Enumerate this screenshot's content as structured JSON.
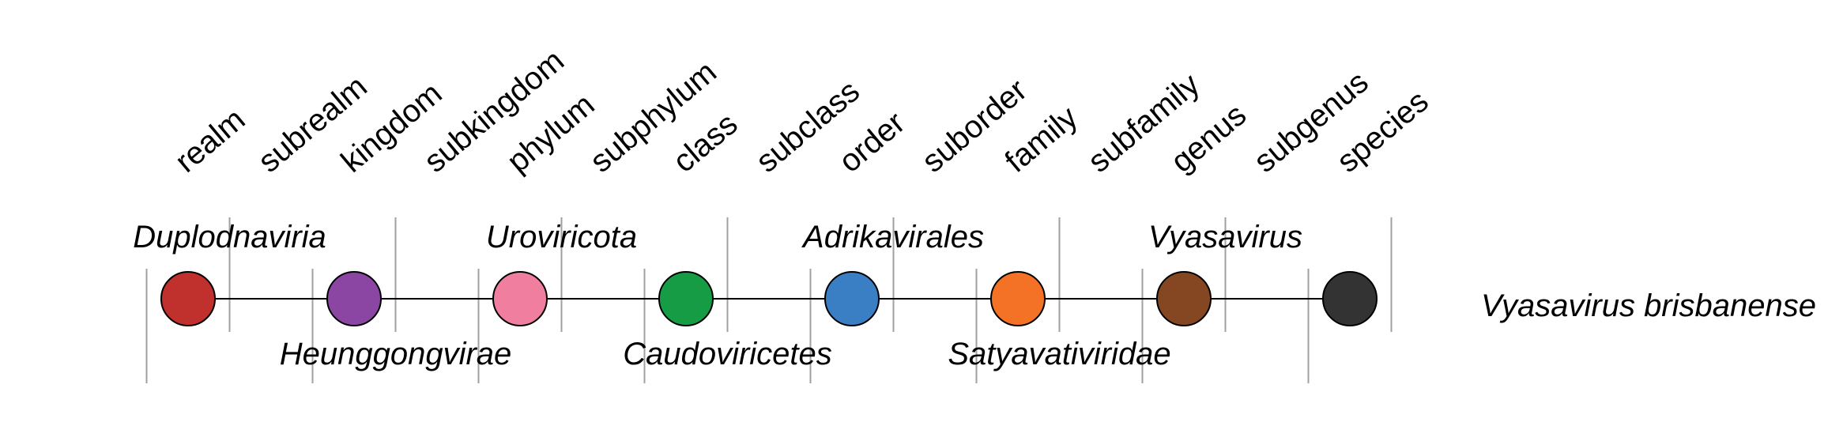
{
  "ranks": [
    "realm",
    "subrealm",
    "kingdom",
    "subkingdom",
    "phylum",
    "subphylum",
    "class",
    "subclass",
    "order",
    "suborder",
    "family",
    "subfamily",
    "genus",
    "subgenus",
    "species"
  ],
  "taxa": [
    {
      "rank": "realm",
      "name": "Duplodnaviria",
      "color": "#c0302c"
    },
    {
      "rank": "kingdom",
      "name": "Heunggongvirae",
      "color": "#8b46a3"
    },
    {
      "rank": "phylum",
      "name": "Uroviricota",
      "color": "#f07f9f"
    },
    {
      "rank": "class",
      "name": "Caudoviricetes",
      "color": "#169c45"
    },
    {
      "rank": "order",
      "name": "Adrikavirales",
      "color": "#3a7fc3"
    },
    {
      "rank": "family",
      "name": "Satyavativiridae",
      "color": "#f37225"
    },
    {
      "rank": "genus",
      "name": "Vyasavirus",
      "color": "#844722"
    },
    {
      "rank": "species",
      "name": "",
      "color": "#333333"
    }
  ],
  "species_name": "Vyasavirus brisbanense"
}
